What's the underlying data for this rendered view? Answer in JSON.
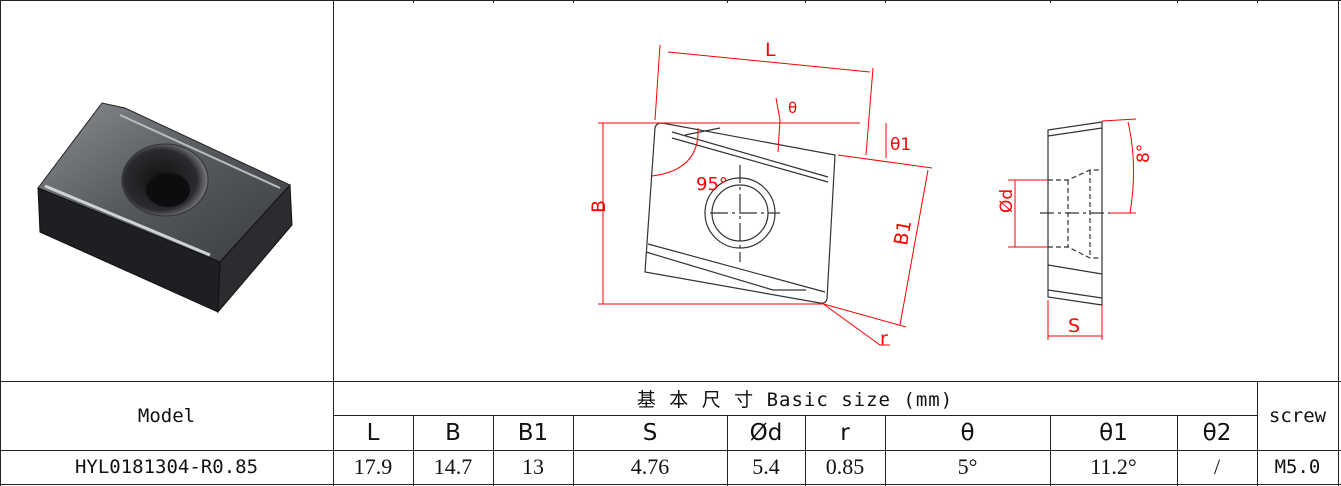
{
  "drawing": {
    "labels": {
      "L": "L",
      "B": "B",
      "B1": "B1",
      "theta": "θ",
      "theta1": "θ1",
      "angle95": "95°",
      "r": "r",
      "angle8": "8°",
      "d": "Ød",
      "S": "S"
    }
  },
  "table": {
    "model_header": "Model",
    "basic_size_header": "基 本 尺 寸 Basic size (mm)",
    "screw_header": "screw",
    "columns": [
      "L",
      "B",
      "B1",
      "S",
      "Ød",
      "r",
      "θ",
      "θ1",
      "θ2"
    ],
    "row": {
      "model": "HYL0181304-R0.85",
      "values": [
        "17.9",
        "14.7",
        "13",
        "4.76",
        "5.4",
        "0.85",
        "5°",
        "11.2°",
        "/"
      ],
      "screw": "M5.0"
    }
  },
  "colors": {
    "dimension": "#ff0000",
    "outline": "#333333",
    "border": "#222222"
  }
}
